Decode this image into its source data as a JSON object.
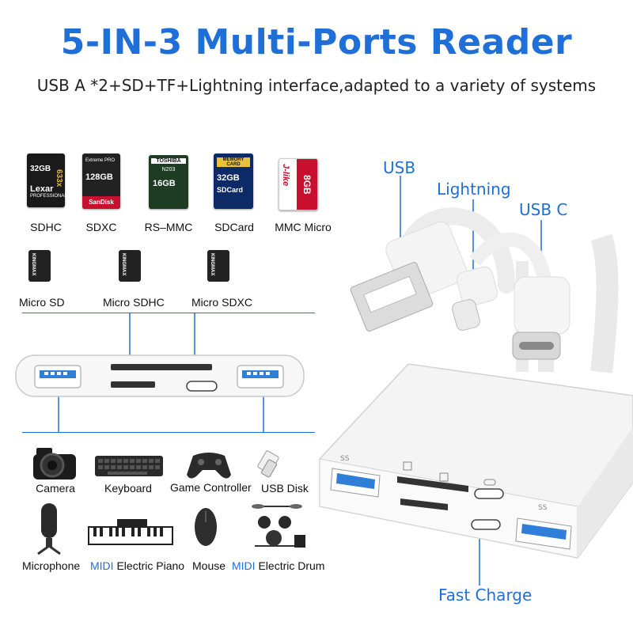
{
  "header": {
    "title": "5-IN-3 Multi-Ports Reader",
    "subtitle": "USB A *2+SD+TF+Lightning interface,adapted to a variety of systems"
  },
  "cards": {
    "row1": [
      "SDHC",
      "SDXC",
      "RS–MMC",
      "SDCard",
      "MMC Micro"
    ],
    "row2": [
      "Micro SD",
      "Micro SDHC",
      "Micro SDXC"
    ]
  },
  "devices": {
    "row1": [
      "Camera",
      "Keyboard",
      "Game Controller",
      "USB Disk"
    ],
    "row2": {
      "microphone": "Microphone",
      "piano_prefix": "MIDI",
      "piano_label": "Electric Piano",
      "mouse": "Mouse",
      "drum_prefix": "MIDI",
      "drum_label": "Electric Drum"
    }
  },
  "callouts": {
    "usb": "USB",
    "lightning": "Lightning",
    "usbc": "USB C",
    "fast_charge": "Fast Charge"
  },
  "card_prints": {
    "lexar_cap": "32GB",
    "lexar_brand": "Lexar",
    "lexar_line": "PROFESSIONAL",
    "lexar_speed": "633x",
    "sandisk_line": "Extreme PRO",
    "sandisk_cap": "128GB",
    "sandisk_brand": "SanDisk",
    "toshiba_brand": "TOSHIBA",
    "toshiba_model": "N203",
    "toshiba_cap": "16GB",
    "sdcard_line": "MEMORY CARD",
    "sdcard_cap": "32GB",
    "sdcard_label": "SDCard",
    "jlike_brand": "J-like",
    "jlike_cap": "8GB",
    "micro_brand": "KINGMAX"
  },
  "colors": {
    "accent": "#1f6fd8",
    "usb_port_blue": "#2f7fd9"
  }
}
